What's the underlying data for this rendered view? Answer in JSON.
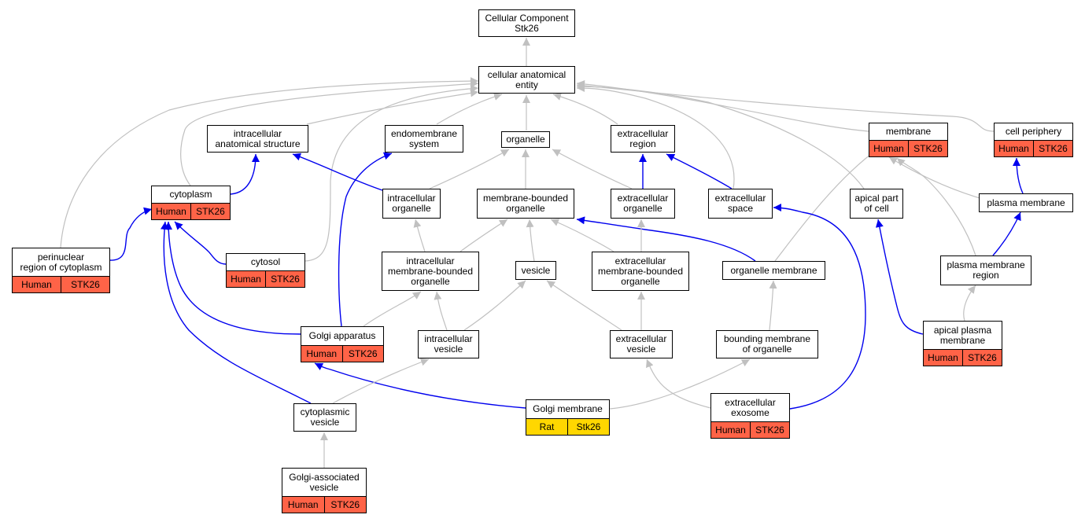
{
  "graph": {
    "nodes": [
      {
        "id": "root",
        "label": "Cellular Component\nStk26"
      },
      {
        "id": "cae",
        "label": "cellular anatomical\nentity"
      },
      {
        "id": "ias",
        "label": "intracellular\nanatomical structure"
      },
      {
        "id": "endo",
        "label": "endomembrane\nsystem"
      },
      {
        "id": "org",
        "label": "organelle"
      },
      {
        "id": "exreg",
        "label": "extracellular\nregion"
      },
      {
        "id": "mem",
        "label": "membrane",
        "ann": [
          "Human",
          "STK26"
        ]
      },
      {
        "id": "cellper",
        "label": "cell periphery",
        "ann": [
          "Human",
          "STK26"
        ]
      },
      {
        "id": "cyto",
        "label": "cytoplasm",
        "ann": [
          "Human",
          "STK26"
        ]
      },
      {
        "id": "iorg",
        "label": "intracellular\norganelle"
      },
      {
        "id": "mbo",
        "label": "membrane-bounded\norganelle"
      },
      {
        "id": "exorg",
        "label": "extracellular\norganelle"
      },
      {
        "id": "exspace",
        "label": "extracellular\nspace"
      },
      {
        "id": "apical",
        "label": "apical part\nof cell"
      },
      {
        "id": "pm",
        "label": "plasma membrane"
      },
      {
        "id": "perinuc",
        "label": "perinuclear\nregion of cytoplasm",
        "ann": [
          "Human",
          "STK26"
        ]
      },
      {
        "id": "cytosol",
        "label": "cytosol",
        "ann": [
          "Human",
          "STK26"
        ]
      },
      {
        "id": "imbo",
        "label": "intracellular\nmembrane-bounded\norganelle"
      },
      {
        "id": "vesicle",
        "label": "vesicle"
      },
      {
        "id": "embo",
        "label": "extracellular\nmembrane-bounded\norganelle"
      },
      {
        "id": "orgmem",
        "label": "organelle membrane"
      },
      {
        "id": "pmr",
        "label": "plasma membrane\nregion"
      },
      {
        "id": "golgi",
        "label": "Golgi apparatus",
        "ann": [
          "Human",
          "STK26"
        ]
      },
      {
        "id": "iv",
        "label": "intracellular\nvesicle"
      },
      {
        "id": "exves",
        "label": "extracellular\nvesicle"
      },
      {
        "id": "bmo",
        "label": "bounding membrane\nof organelle"
      },
      {
        "id": "apm",
        "label": "apical plasma\nmembrane",
        "ann": [
          "Human",
          "STK26"
        ]
      },
      {
        "id": "cytves",
        "label": "cytoplasmic\nvesicle"
      },
      {
        "id": "golgimem",
        "label": "Golgi membrane",
        "ann": [
          "Rat",
          "Stk26"
        ],
        "species": "rat"
      },
      {
        "id": "exo",
        "label": "extracellular\nexosome",
        "ann": [
          "Human",
          "STK26"
        ]
      },
      {
        "id": "gav",
        "label": "Golgi-associated\nvesicle",
        "ann": [
          "Human",
          "STK26"
        ]
      }
    ],
    "edges": [
      {
        "from": "cae",
        "to": "root",
        "type": "is_a"
      },
      {
        "from": "ias",
        "to": "cae",
        "type": "is_a"
      },
      {
        "from": "endo",
        "to": "cae",
        "type": "is_a"
      },
      {
        "from": "org",
        "to": "cae",
        "type": "is_a"
      },
      {
        "from": "exreg",
        "to": "cae",
        "type": "is_a"
      },
      {
        "from": "mem",
        "to": "cae",
        "type": "is_a"
      },
      {
        "from": "cellper",
        "to": "cae",
        "type": "is_a"
      },
      {
        "from": "cyto",
        "to": "cae",
        "type": "is_a"
      },
      {
        "from": "perinuc",
        "to": "cae",
        "type": "is_a"
      },
      {
        "from": "cytosol",
        "to": "cae",
        "type": "is_a"
      },
      {
        "from": "exspace",
        "to": "cae",
        "type": "is_a"
      },
      {
        "from": "apical",
        "to": "cae",
        "type": "is_a"
      },
      {
        "from": "cyto",
        "to": "ias",
        "type": "part_of"
      },
      {
        "from": "iorg",
        "to": "ias",
        "type": "part_of"
      },
      {
        "from": "golgi",
        "to": "endo",
        "type": "part_of"
      },
      {
        "from": "iorg",
        "to": "org",
        "type": "is_a"
      },
      {
        "from": "mbo",
        "to": "org",
        "type": "is_a"
      },
      {
        "from": "exorg",
        "to": "org",
        "type": "is_a"
      },
      {
        "from": "exorg",
        "to": "exreg",
        "type": "part_of"
      },
      {
        "from": "exspace",
        "to": "exreg",
        "type": "part_of"
      },
      {
        "from": "orgmem",
        "to": "mem",
        "type": "is_a"
      },
      {
        "from": "pm",
        "to": "mem",
        "type": "is_a"
      },
      {
        "from": "pmr",
        "to": "mem",
        "type": "is_a"
      },
      {
        "from": "pm",
        "to": "cellper",
        "type": "part_of"
      },
      {
        "from": "perinuc",
        "to": "cyto",
        "type": "part_of"
      },
      {
        "from": "cytosol",
        "to": "cyto",
        "type": "part_of"
      },
      {
        "from": "golgi",
        "to": "cyto",
        "type": "part_of"
      },
      {
        "from": "cytves",
        "to": "cyto",
        "type": "part_of"
      },
      {
        "from": "imbo",
        "to": "iorg",
        "type": "is_a"
      },
      {
        "from": "imbo",
        "to": "mbo",
        "type": "is_a"
      },
      {
        "from": "vesicle",
        "to": "mbo",
        "type": "is_a"
      },
      {
        "from": "embo",
        "to": "mbo",
        "type": "is_a"
      },
      {
        "from": "orgmem",
        "to": "mbo",
        "type": "part_of"
      },
      {
        "from": "embo",
        "to": "exorg",
        "type": "is_a"
      },
      {
        "from": "exo",
        "to": "exspace",
        "type": "part_of"
      },
      {
        "from": "apm",
        "to": "apical",
        "type": "part_of"
      },
      {
        "from": "pmr",
        "to": "pm",
        "type": "part_of"
      },
      {
        "from": "golgi",
        "to": "imbo",
        "type": "is_a"
      },
      {
        "from": "iv",
        "to": "imbo",
        "type": "is_a"
      },
      {
        "from": "iv",
        "to": "vesicle",
        "type": "is_a"
      },
      {
        "from": "exves",
        "to": "vesicle",
        "type": "is_a"
      },
      {
        "from": "exves",
        "to": "embo",
        "type": "is_a"
      },
      {
        "from": "bmo",
        "to": "orgmem",
        "type": "is_a"
      },
      {
        "from": "apm",
        "to": "pmr",
        "type": "is_a"
      },
      {
        "from": "golgimem",
        "to": "golgi",
        "type": "part_of"
      },
      {
        "from": "cytves",
        "to": "iv",
        "type": "is_a"
      },
      {
        "from": "golgimem",
        "to": "bmo",
        "type": "is_a"
      },
      {
        "from": "exo",
        "to": "exves",
        "type": "is_a"
      },
      {
        "from": "gav",
        "to": "cytves",
        "type": "is_a"
      }
    ],
    "colors": {
      "is_a_edge": "#c0c0c0",
      "part_of_edge": "#0000ee",
      "human_annotation": "#ff6347",
      "rat_annotation": "#ffd700",
      "node_border": "#000000"
    }
  }
}
